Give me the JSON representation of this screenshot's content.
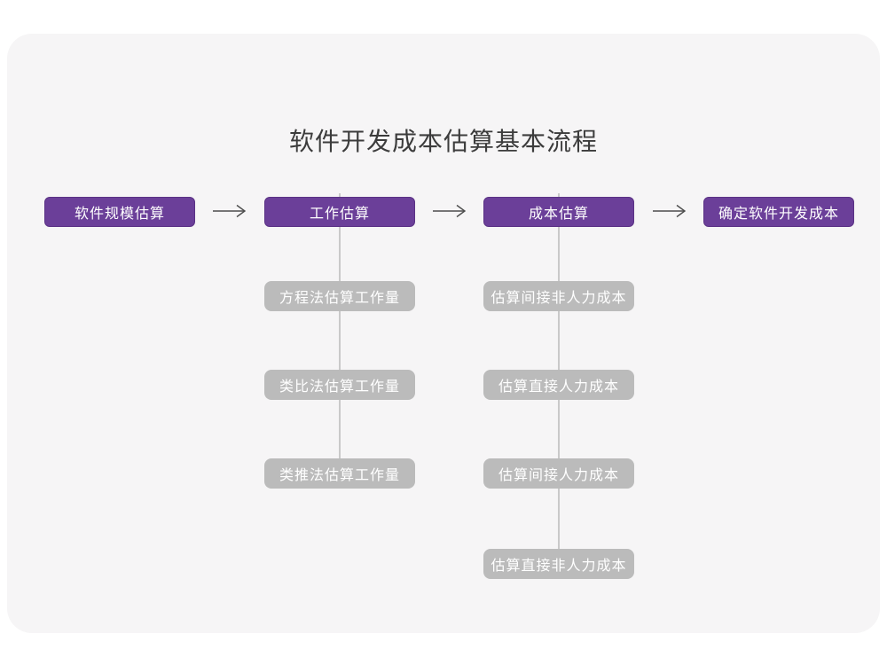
{
  "title": "软件开发成本估算基本流程",
  "colors": {
    "card_bg": "#F6F5F6",
    "stage_bg": "#6B3F99",
    "stage_border": "#5B3285",
    "sub_bg": "#BBBBBB",
    "connector": "#C9C9C9",
    "arrow": "#4D4D4D",
    "title_color": "#3C3C3C"
  },
  "flow": {
    "stages": [
      {
        "label": "软件规模估算"
      },
      {
        "label": "工作估算"
      },
      {
        "label": "成本估算"
      },
      {
        "label": "确定软件开发成本"
      }
    ],
    "work_substeps": [
      "方程法估算工作量",
      "类比法估算工作量",
      "类推法估算工作量"
    ],
    "cost_substeps": [
      "估算间接非人力成本",
      "估算直接人力成本",
      "估算间接人力成本",
      "估算直接非人力成本"
    ]
  }
}
